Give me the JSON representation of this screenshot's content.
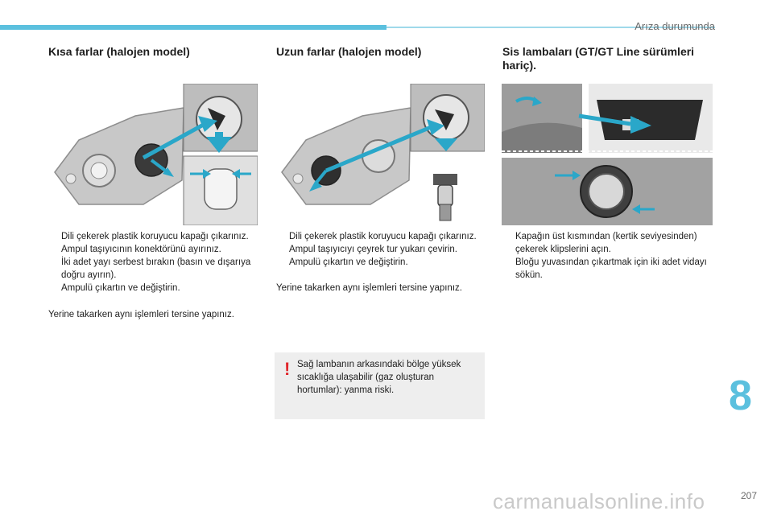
{
  "header": {
    "chapter_title": "Arıza durumunda"
  },
  "columns": [
    {
      "heading": "Kısa farlar (halojen model)",
      "steps": [
        "Dili çekerek plastik koruyucu kapağı çıkarınız.",
        "Ampul taşıyıcının konektörünü ayırınız.",
        "İki adet yayı serbest bırakın (basın ve dışarıya doğru ayırın).",
        "Ampulü çıkartın ve değiştirin."
      ],
      "note": "Yerine takarken aynı işlemleri tersine yapınız."
    },
    {
      "heading": "Uzun farlar (halojen model)",
      "steps": [
        "Dili çekerek plastik koruyucu kapağı çıkarınız.",
        "Ampul taşıyıcıyı çeyrek tur yukarı çevirin.",
        "Ampulü çıkartın ve değiştirin."
      ],
      "note": "Yerine takarken aynı işlemleri tersine yapınız."
    },
    {
      "heading": "Sis lambaları (GT/GT Line sürümleri hariç).",
      "steps": [
        "Kapağın üst kısmından (kertik seviyesinden) çekerek klipslerini açın.",
        "Bloğu yuvasından çıkartmak için iki adet vidayı sökün."
      ],
      "note": ""
    }
  ],
  "warning": {
    "icon": "!",
    "text": "Sağ lambanın arkasındaki bölge yüksek sıcaklığa ulaşabilir (gaz oluşturan hortumlar): yanma riski."
  },
  "bullet_glyph": "",
  "chapter_number": "8",
  "page_number": "207",
  "watermark": "carmanualsonline.info",
  "colors": {
    "accent": "#5bc0de",
    "warning": "#e0262b",
    "arrow": "#2aa7c9"
  }
}
